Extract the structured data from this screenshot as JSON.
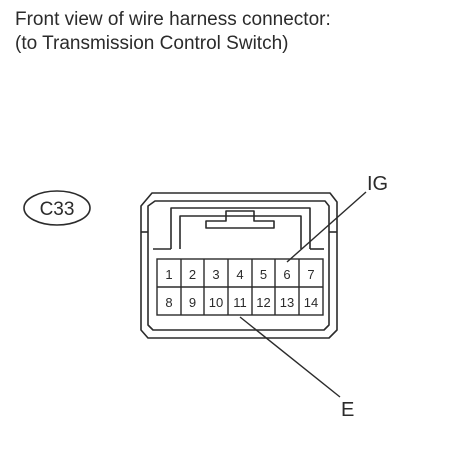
{
  "caption": {
    "line1": "Front view of wire harness connector:",
    "line2": "(to Transmission Control Switch)"
  },
  "connector": {
    "id": "C33",
    "pins_top": [
      "1",
      "2",
      "3",
      "4",
      "5",
      "6",
      "7"
    ],
    "pins_bottom": [
      "8",
      "9",
      "10",
      "11",
      "12",
      "13",
      "14"
    ]
  },
  "callouts": {
    "ig": "IG",
    "e": "E"
  }
}
